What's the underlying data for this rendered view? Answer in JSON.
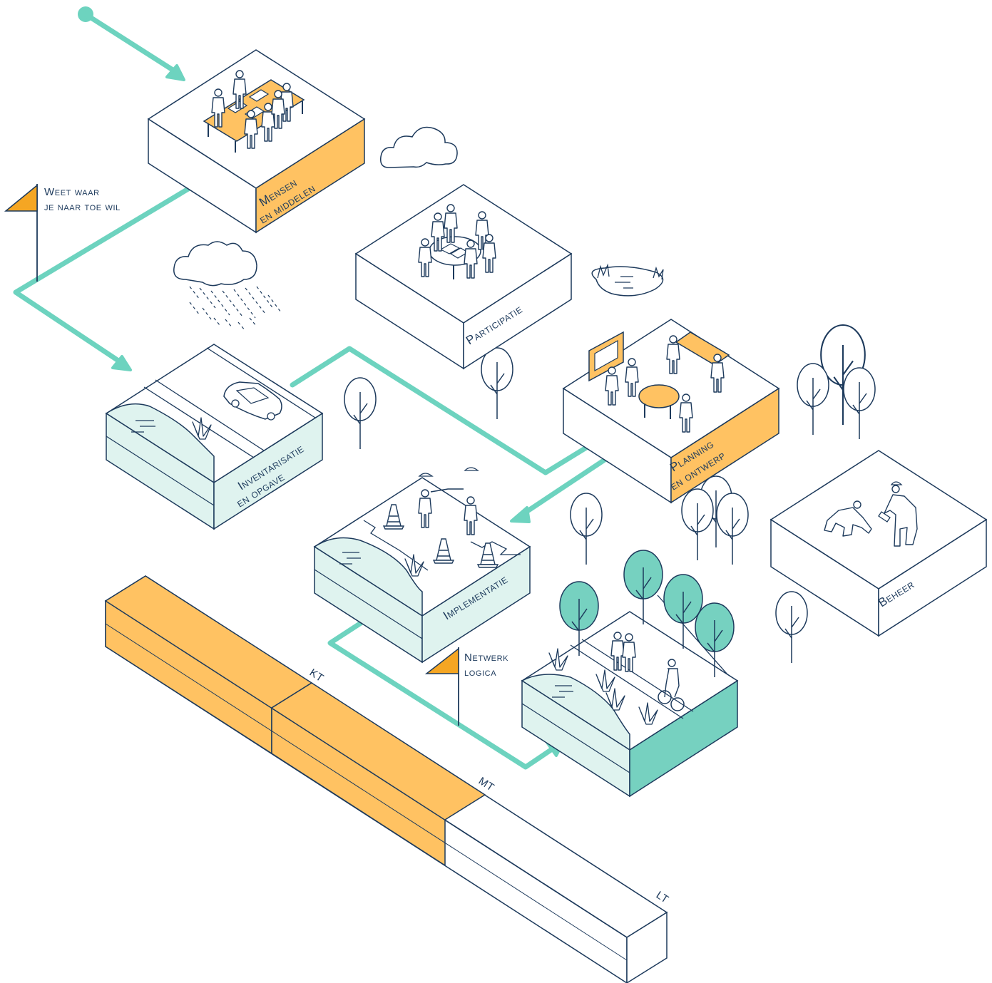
{
  "colors": {
    "ink": "#1d3a5c",
    "accent_orange": "#ffc262",
    "flag_orange": "#f5a623",
    "flow_teal": "#6dd3bf",
    "water_light": "#dff3ef",
    "tree_teal": "#76d1c0"
  },
  "stages": {
    "mensen": {
      "line1": "Mensen",
      "line2": "en middelen"
    },
    "participatie": {
      "line1": "Participatie"
    },
    "inventarisatie": {
      "line1": "Inventarisatie",
      "line2": "en opgave"
    },
    "planning": {
      "line1": "Planning",
      "line2": "en ontwerp"
    },
    "implementatie": {
      "line1": "Implementatie"
    },
    "beheer": {
      "line1": "Beheer"
    }
  },
  "flags": {
    "goal": {
      "line1": "Weet waar",
      "line2": "je naar toe wil"
    },
    "network": {
      "line1": "Netwerk",
      "line2": "logica"
    }
  },
  "timeline": {
    "short": "KT",
    "medium": "MT",
    "long": "LT"
  },
  "icons": [
    "cloud-icon",
    "rain-cloud-icon",
    "pond-icon",
    "tree-icon",
    "people-icon",
    "car-icon",
    "traffic-cone-icon",
    "cyclist-icon",
    "worker-icon"
  ]
}
